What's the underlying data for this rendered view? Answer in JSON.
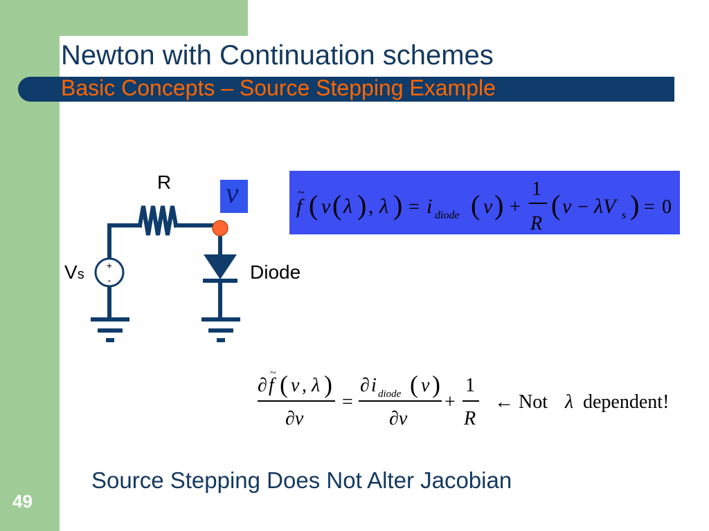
{
  "slide": {
    "title": "Newton with Continuation schemes",
    "subtitle": "Basic Concepts – Source Stepping Example",
    "page_number": "49",
    "conclusion": "Source Stepping Does Not Alter Jacobian"
  },
  "circuit": {
    "resistor_label": "R",
    "node_label": "v",
    "source_label_main": "V",
    "source_label_sub": "s",
    "diode_label": "Diode",
    "plus_sign": "+",
    "minus_sign": "-",
    "ground_minus": "-"
  },
  "equation1": {
    "f_tilde": "f",
    "open_paren": "(",
    "v": "v",
    "lambda": "λ",
    "close_paren": ")",
    "comma": ",",
    "equals": "=",
    "i": "i",
    "diode_sub": "diode",
    "plus": "+",
    "one": "1",
    "R": "R",
    "minus": "−",
    "lambda_V": "λV",
    "s_sub": "s",
    "zero": "0"
  },
  "equation2": {
    "partial": "∂",
    "f_tilde": "f",
    "v": "v",
    "lambda": "λ",
    "comma": ",",
    "i": "i",
    "diode_sub": "diode",
    "equals": "=",
    "plus": "+",
    "one": "1",
    "R": "R",
    "partial_v": "∂v",
    "arrow_note": "← Not",
    "lambda_note": "λ",
    "dependent_note": "dependent!"
  },
  "colors": {
    "sidebar_green": "#a0cc98",
    "title_navy": "#14385f",
    "bar_navy": "#0f3c6a",
    "subtitle_orange": "#ff6600",
    "circuit_navy": "#0f3c6a",
    "node_orange": "#ff6633",
    "equation_box_blue": "#3d4ef2",
    "v_box_blue": "#3355ee"
  }
}
